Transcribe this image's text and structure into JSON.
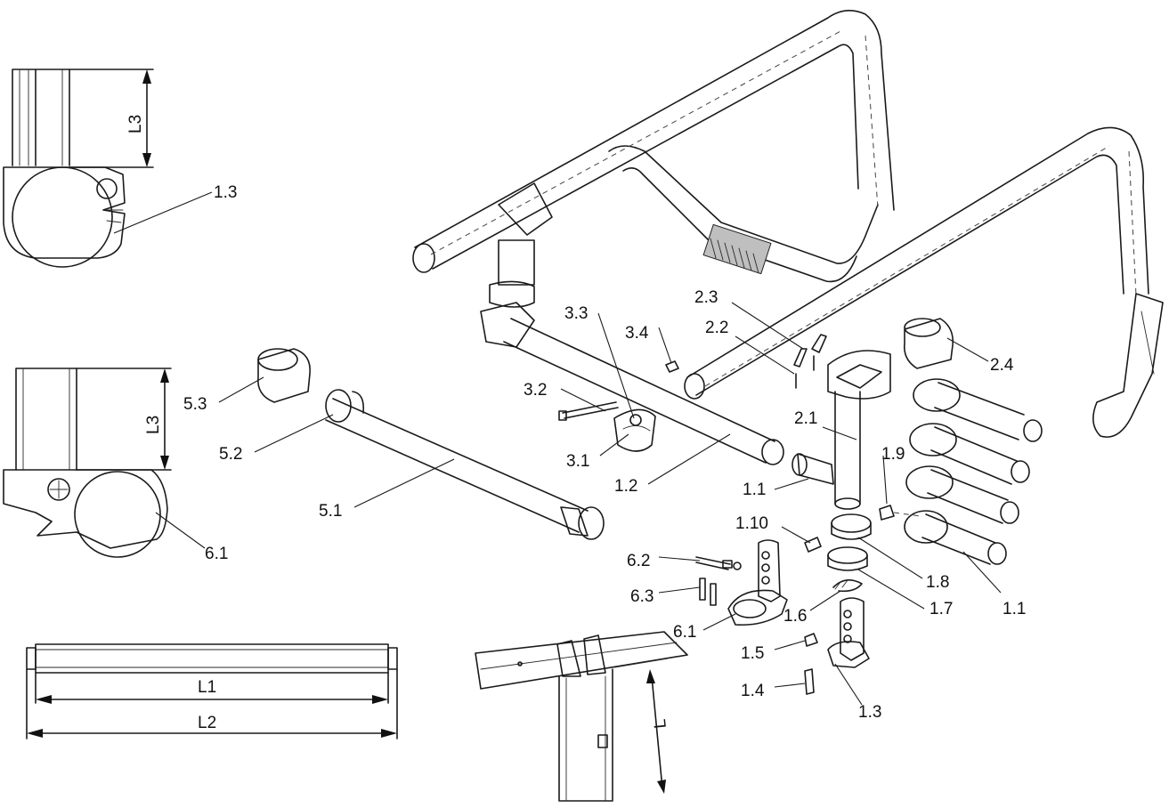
{
  "labels": {
    "l_1_3_detail": "1.3",
    "l_L3_top": "L3",
    "l_L3_mid": "L3",
    "l_6_1_detail": "6.1",
    "l_L1": "L1",
    "l_L2": "L2",
    "l_5_3": "5.3",
    "l_5_2": "5.2",
    "l_5_1": "5.1",
    "l_3_3": "3.3",
    "l_3_4": "3.4",
    "l_3_2": "3.2",
    "l_3_1": "3.1",
    "l_1_2": "1.2",
    "l_2_3": "2.3",
    "l_2_2": "2.2",
    "l_2_4": "2.4",
    "l_2_1": "2.1",
    "l_1_9": "1.9",
    "l_1_1_a": "1.1",
    "l_1_10": "1.10",
    "l_1_8": "1.8",
    "l_1_7": "1.7",
    "l_1_1_b": "1.1",
    "l_6_2": "6.2",
    "l_6_3": "6.3",
    "l_6_1": "6.1",
    "l_1_6": "1.6",
    "l_1_5": "1.5",
    "l_1_4": "1.4",
    "l_1_3": "1.3",
    "l_L_bottom": "L"
  }
}
